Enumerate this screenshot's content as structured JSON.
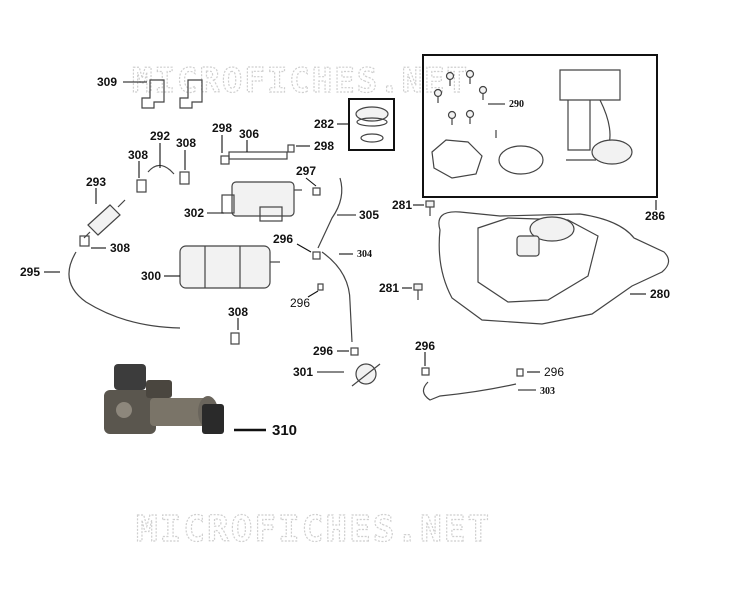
{
  "watermark": {
    "top": "MICROFICHES.NET",
    "bottom": "MICROFICHES.NET"
  },
  "labels": {
    "p309": "309",
    "p292": "292",
    "p308a": "308",
    "p308b": "308",
    "p298a": "298",
    "p306": "306",
    "p298b": "298",
    "p282": "282",
    "p290": "290",
    "p286": "286",
    "p293": "293",
    "p308c": "308",
    "p302": "302",
    "p297": "297",
    "p305": "305",
    "p281a": "281",
    "p295": "295",
    "p300": "300",
    "p296a": "296",
    "p304": "304",
    "p296b": "296",
    "p281b": "281",
    "p280": "280",
    "p308d": "308",
    "p296c": "296",
    "p296d": "296",
    "p301": "301",
    "p296e": "296",
    "p303": "303",
    "p310": "310"
  }
}
